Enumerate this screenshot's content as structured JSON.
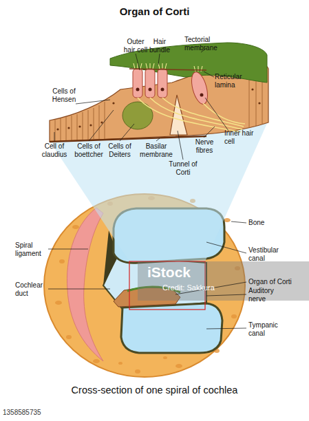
{
  "diagram": {
    "title": "Organ of Corti",
    "caption": "Cross-section of one spiral of cochlea",
    "labels": [
      "Outer hair cell",
      "Hair bundle",
      "Tectorial membrane",
      "Reticular lamina",
      "Cells of Hensen",
      "Inner hair cell",
      "Cell of claudius",
      "Cells of boettcher",
      "Cells of Deiters",
      "Basilar membrane",
      "Nerve fibres",
      "Tunnel of Corti",
      "Bone",
      "Spiral ligament",
      "Vestibular canal",
      "Cochlear duct",
      "Organ of Corti",
      "Auditory nerve",
      "Tympanic canal",
      "iStock",
      "Credit: Sakkura",
      "1358585735"
    ]
  }
}
